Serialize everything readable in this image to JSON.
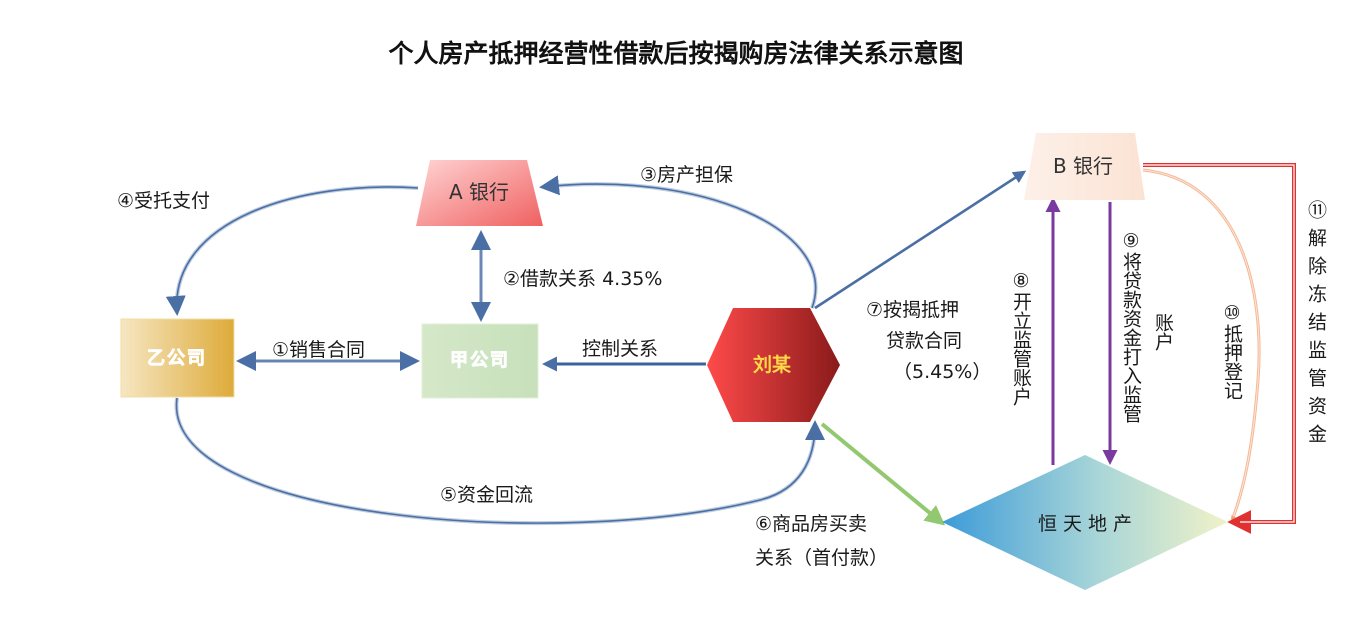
{
  "title": "个人房产抵押经营性借款后按揭购房法律关系示意图",
  "nodes": {
    "bank_a": "A 银行",
    "bank_b": "B 银行",
    "company_yi": "乙公司",
    "company_jia": "甲公司",
    "person_liu": "刘某",
    "developer": "恒天地产"
  },
  "relations": {
    "r1": "①销售合同",
    "r2": "②借款关系 4.35%",
    "r3": "③房产担保",
    "r4": "④受托支付",
    "r5": "⑤资金回流",
    "r6_line1": "⑥商品房买卖",
    "r6_line2": "关系（首付款）",
    "r7_line1": "⑦按揭抵押",
    "r7_line2": "贷款合同",
    "r7_line3": "（5.45%）",
    "r8": "⑧开立监管账户",
    "r9": "⑨将贷款资金打入监管",
    "r9_tail": "账户",
    "r10": "⑩抵押登记",
    "r11": "⑪解除冻结监管资金",
    "control": "控制关系"
  }
}
